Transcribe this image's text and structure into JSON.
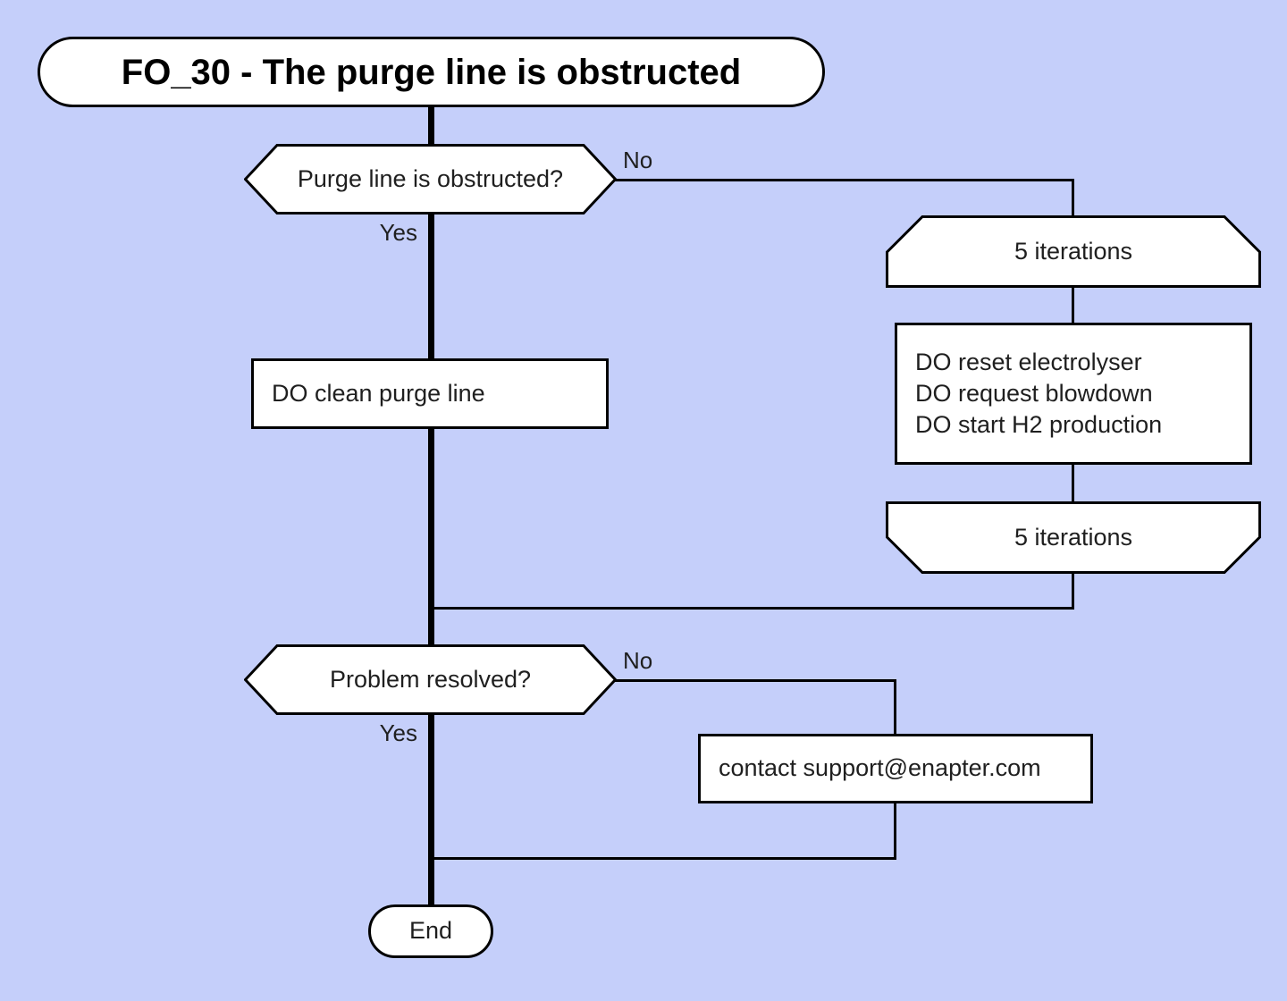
{
  "canvas": {
    "background_color": "#c5cffa",
    "shape_fill": "#ffffff",
    "stroke_color": "#000000"
  },
  "title": {
    "text": "FO_30 - The purge line is obstructed"
  },
  "nodes": {
    "decision_obstructed": {
      "text": "Purge line is obstructed?",
      "shape": "hexagon"
    },
    "loop_start": {
      "text": "5 iterations",
      "shape": "loop-start"
    },
    "actions_right": {
      "shape": "rectangle",
      "lines": [
        "DO reset electrolyser",
        "DO request blowdown",
        "DO start H2 production"
      ]
    },
    "loop_end": {
      "text": "5 iterations",
      "shape": "loop-end"
    },
    "action_clean": {
      "text": "DO clean purge line",
      "shape": "rectangle"
    },
    "decision_resolved": {
      "text": "Problem resolved?",
      "shape": "hexagon"
    },
    "contact_support": {
      "text": "contact support@enapter.com",
      "shape": "rectangle"
    },
    "end": {
      "text": "End",
      "shape": "stadium"
    }
  },
  "edge_labels": {
    "decision1_no": "No",
    "decision1_yes": "Yes",
    "decision2_no": "No",
    "decision2_yes": "Yes"
  }
}
